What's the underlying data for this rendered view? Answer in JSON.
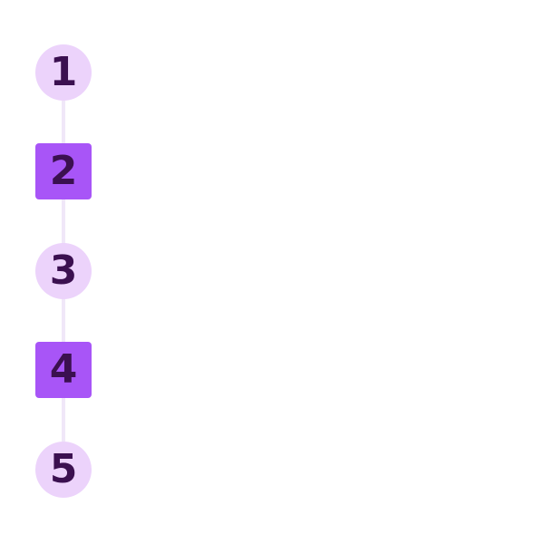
{
  "steps": [
    {
      "label": "1",
      "shape": "circle",
      "state": "default"
    },
    {
      "label": "2",
      "shape": "square",
      "state": "highlighted"
    },
    {
      "label": "3",
      "shape": "circle",
      "state": "default"
    },
    {
      "label": "4",
      "shape": "square",
      "state": "highlighted"
    },
    {
      "label": "5",
      "shape": "circle",
      "state": "default"
    }
  ],
  "colors": {
    "circle_fill": "#ECD3FB",
    "square_fill": "#A855F7",
    "number_text": "#3B1050",
    "connector": "#F0E7F8",
    "background": "#FFFFFF"
  }
}
